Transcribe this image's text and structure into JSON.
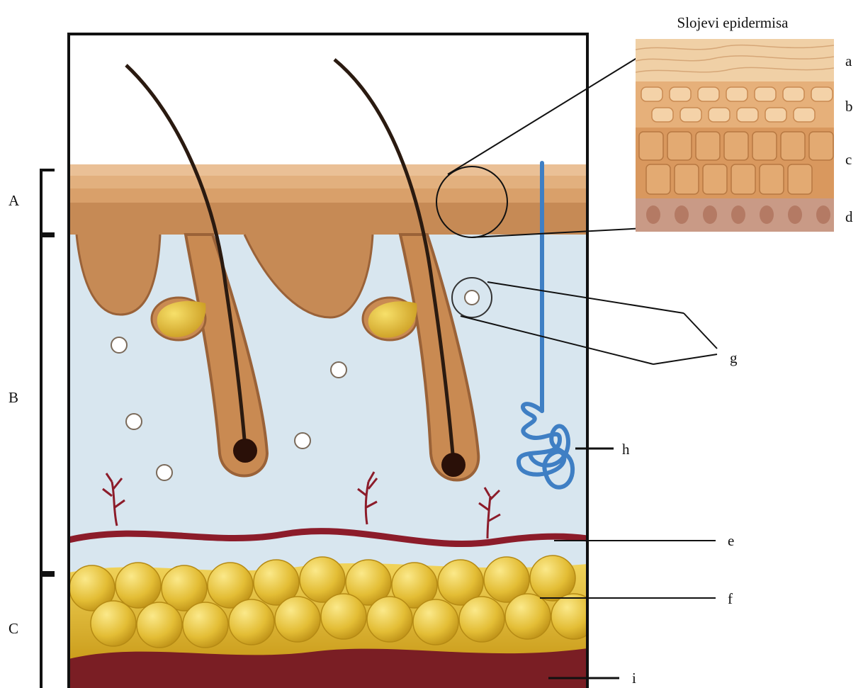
{
  "inset": {
    "title": "Slojevi epidermisa"
  },
  "layers": {
    "a": "A",
    "b": "B",
    "c": "C"
  },
  "labels": {
    "a": "a",
    "b": "b",
    "c": "c",
    "d": "d",
    "e": "e",
    "f": "f",
    "g": "g",
    "h": "h",
    "i": "i"
  },
  "colors": {
    "epidermis_top": "#eac096",
    "epidermis_mid": "#d9a06a",
    "epidermis_base": "#c68a55",
    "dermis": "#d8e6ef",
    "follicle": "#c98a52",
    "sebaceous": "#e8bf2a",
    "vessel": "#8c1c2a",
    "fat": "#e4c042",
    "muscle": "#7a1e24",
    "sweat_gland": "#3f7fc4"
  }
}
